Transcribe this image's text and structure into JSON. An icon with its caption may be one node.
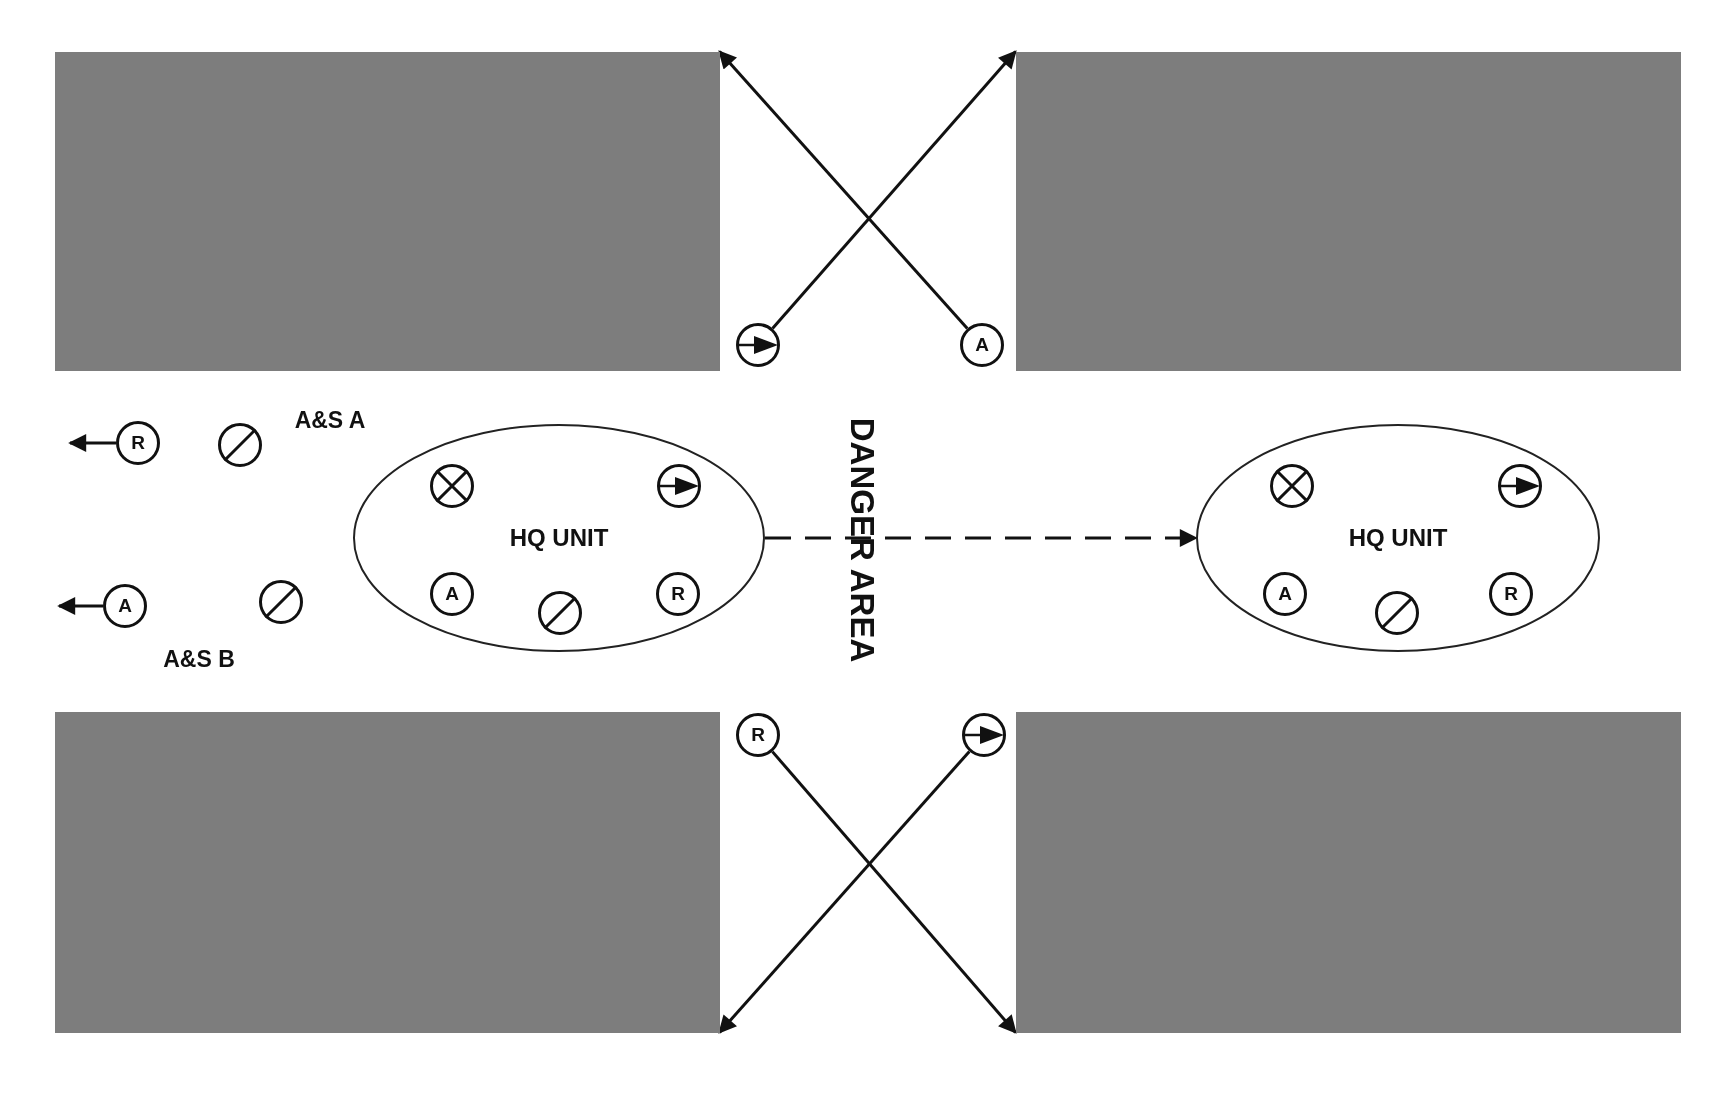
{
  "diagram": {
    "nodes": [
      {
        "text": [],
        "shape": "box"
      },
      {
        "text": [],
        "shape": "box"
      },
      {
        "text": [
          "HQ UNIT"
        ]
      },
      {
        "text": [],
        "shape": "circle",
        "in": 2
      },
      {
        "text": [],
        "shape": "circle",
        "in": 2
      },
      {
        "text": [
          "A"
        ],
        "in": 2
      },
      {
        "text": [],
        "shape": "circle",
        "in": 2
      },
      {
        "text": [
          "R"
        ],
        "in": 2
      },
      {
        "text": [
          "HQ UNIT"
        ]
      },
      {
        "text": [],
        "shape": "circle",
        "in": 8
      },
      {
        "text": [],
        "shape": "circle",
        "in": 8
      },
      {
        "text": [
          "A"
        ],
        "in": 8
      },
      {
        "text": [],
        "shape": "circle",
        "in": 8
      },
      {
        "text": [
          "R"
        ],
        "in": 8
      },
      {
        "text": [],
        "shape": "circle"
      },
      {
        "text": [
          "A"
        ]
      },
      {
        "text": [
          "R"
        ]
      },
      {
        "text": [],
        "shape": "circle"
      },
      {
        "text": [
          "R"
        ]
      },
      {
        "text": [],
        "shape": "circle"
      },
      {
        "text": [
          "A"
        ]
      },
      {
        "text": [],
        "shape": "circle"
      },
      {
        "text": [],
        "shape": "box"
      },
      {
        "text": [],
        "shape": "box"
      }
    ],
    "edges": [
      {
        "from": 2,
        "to": 8,
        "arrow": "to",
        "style": "dashed"
      },
      {
        "from": 14,
        "to": 1,
        "arrow": "to"
      },
      {
        "from": 15,
        "to": 0,
        "arrow": "to"
      },
      {
        "from": 16,
        "to": 23,
        "arrow": "to"
      },
      {
        "from": 17,
        "to": 22,
        "arrow": "to"
      },
      {
        "from": 18,
        "to": null,
        "arrow": "to"
      },
      {
        "from": 20,
        "to": null,
        "arrow": "to"
      }
    ],
    "labels": [
      "DANGER AREA",
      "A&S A",
      "A&S B"
    ]
  }
}
